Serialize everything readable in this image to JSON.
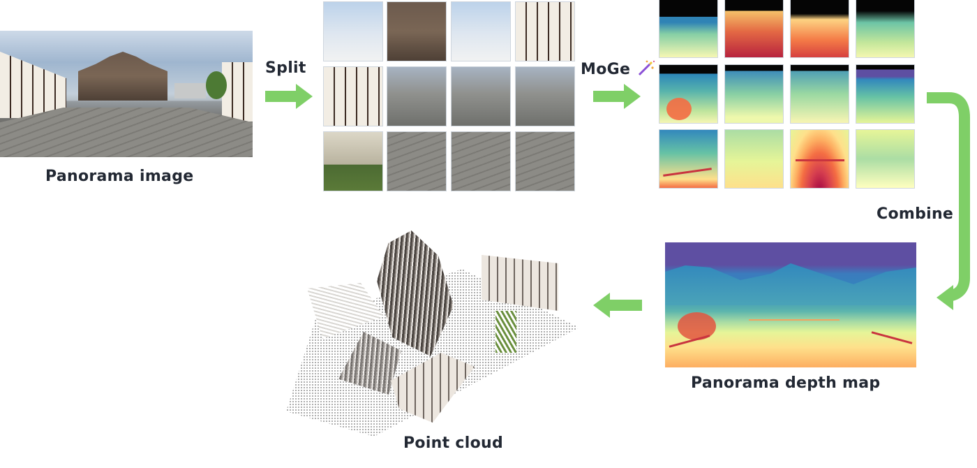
{
  "labels": {
    "panorama_image": "Panorama image",
    "split": "Split",
    "moge": "MoGe",
    "moge_icon": "magic-wand",
    "combine": "Combine",
    "panorama_depth_map": "Panorama depth map",
    "point_cloud": "Point cloud"
  },
  "colors": {
    "arrow": "#7fcf67",
    "text": "#222833",
    "depth_far": "#5e4fa2",
    "depth_near": "#fdae61",
    "rail_red": "#c9343f"
  }
}
